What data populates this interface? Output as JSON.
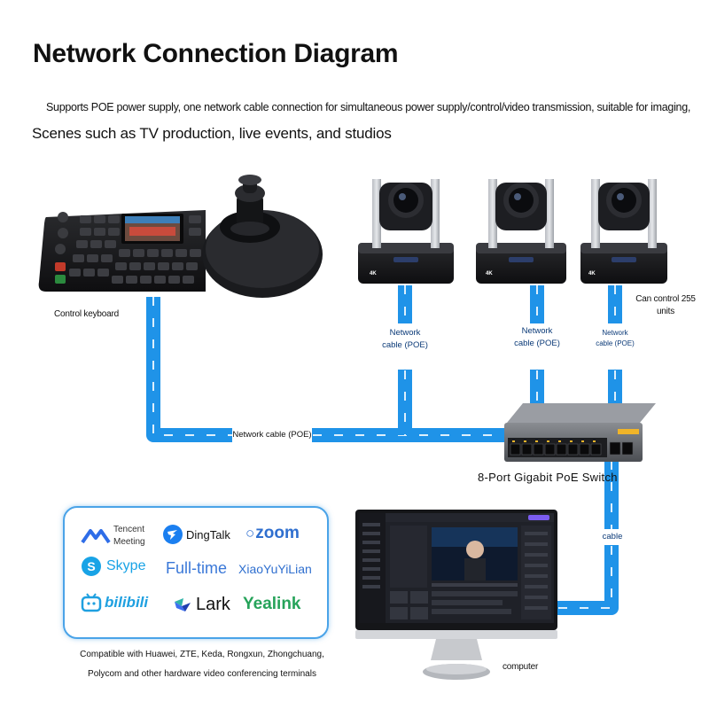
{
  "title": "Network Connection Diagram",
  "subtitle_line1": "Supports POE power supply, one network cable connection for simultaneous power supply/control/video transmission, suitable for imaging,",
  "subtitle_line2": "Scenes such as TV production, live events, and studios",
  "devices": {
    "keyboard_label": "Control keyboard",
    "camera_note": "Can control 255 units",
    "camera_badge": "4K",
    "switch_label": "8-Port Gigabit PoE Switch",
    "computer_label": "computer"
  },
  "cables": {
    "keyboard_cable": "Network cable (POE)",
    "camera_cable_1": "Network cable (POE)",
    "camera_cable_2": "Network cable (POE)",
    "camera_cable_3": "Network cable (POE)",
    "computer_cable": "cable"
  },
  "software": {
    "tencent": "Tencent Meeting",
    "dingtalk": "DingTalk",
    "zoom": "zoom",
    "skype": "Skype",
    "fulltime": "Full-time",
    "xiaoyu": "XiaoYuYiLian",
    "bilibili": "bilibili",
    "lark": "Lark",
    "yealink": "Yealink"
  },
  "compatibility_line1": "Compatible with Huawei, ZTE, Keda, Rongxun, Zhongchuang,",
  "compatibility_line2": "Polycom and other hardware video conferencing terminals",
  "colors": {
    "cable": "#1f93e8",
    "cable_highlight": "#ffffff",
    "device_dark": "#1b1b1d",
    "logo_border": "#4aa3e8"
  }
}
